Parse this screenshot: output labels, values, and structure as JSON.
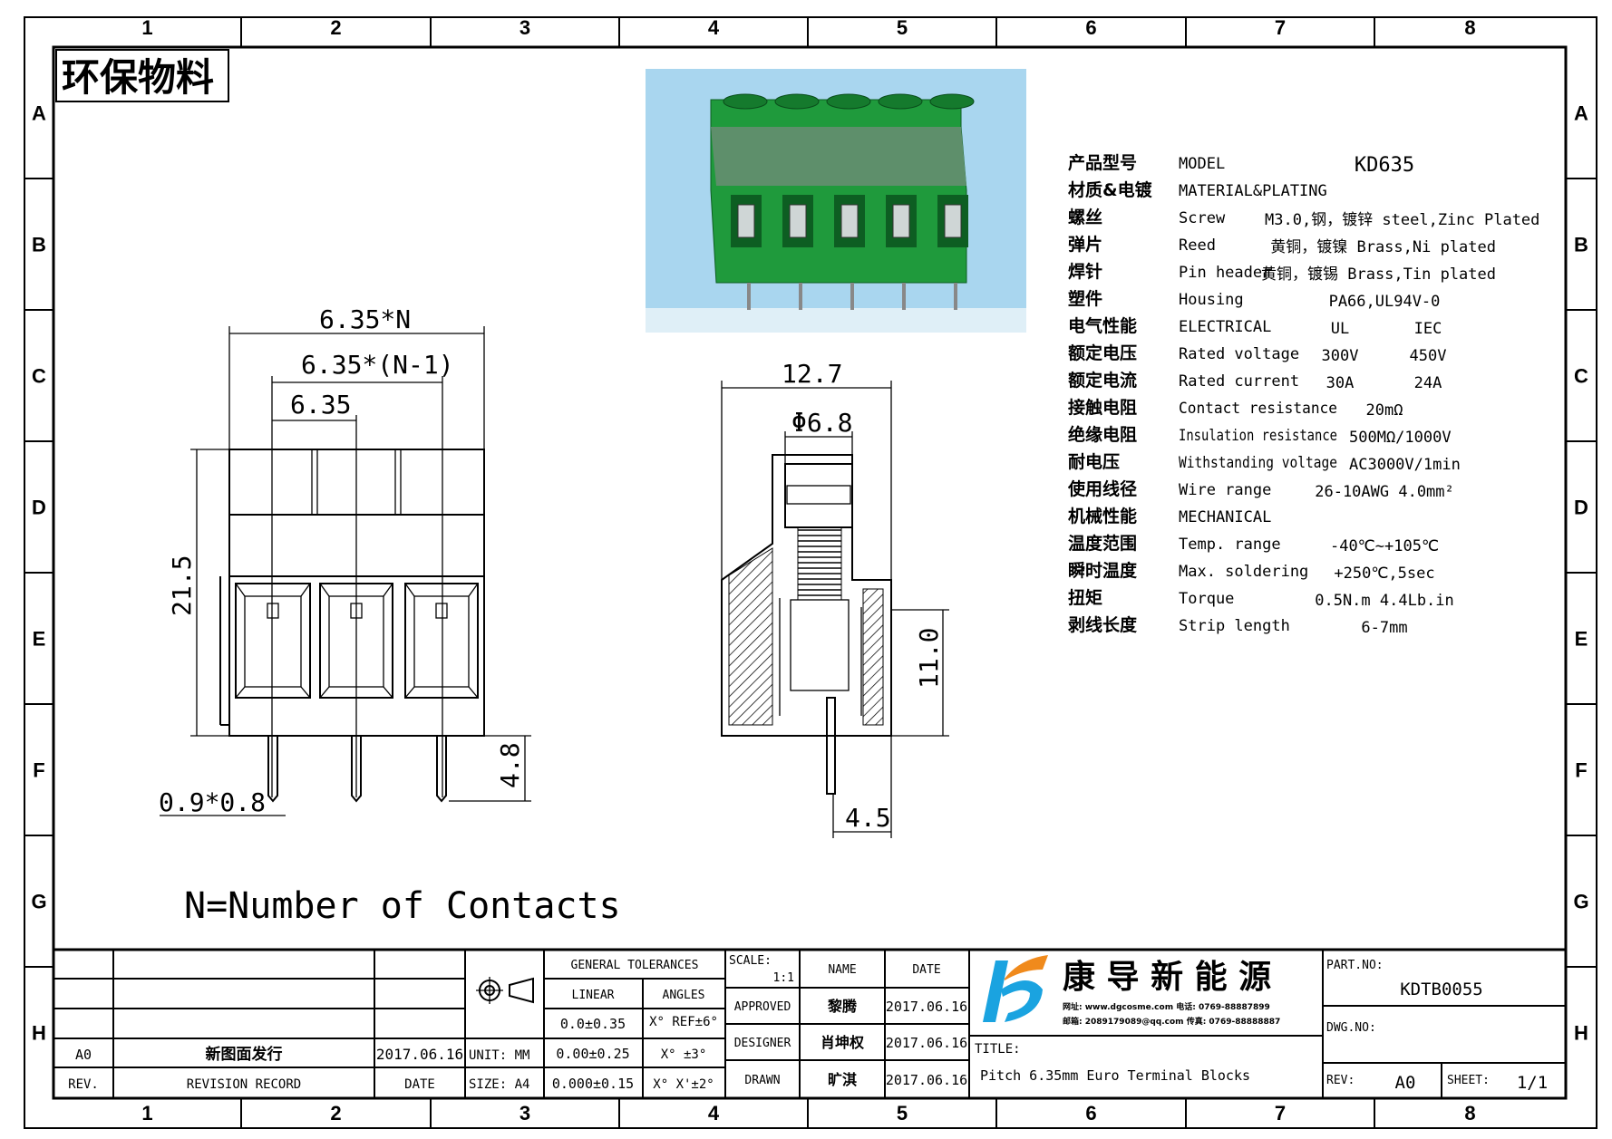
{
  "badge": "环保物料",
  "grid": {
    "columns": [
      "1",
      "2",
      "3",
      "4",
      "5",
      "6",
      "7",
      "8"
    ],
    "rows": [
      "A",
      "B",
      "C",
      "D",
      "E",
      "F",
      "G",
      "H"
    ]
  },
  "front_view": {
    "dim_total": "6.35*N",
    "dim_span": "6.35*(N-1)",
    "dim_pitch": "6.35",
    "dim_height": "21.5",
    "dim_pin_length": "4.8",
    "dim_pin_size": "0.9*0.8"
  },
  "side_view": {
    "dim_width": "12.7",
    "dim_screw": "Φ6.8",
    "dim_height": "11.0",
    "dim_pin_offset": "4.5"
  },
  "note": "N=Number of Contacts",
  "product_photo": {
    "body_color": "#1f9a3c",
    "bg_color": "#a9d6ef"
  },
  "specs": [
    {
      "cn": "产品型号",
      "en": "MODEL",
      "v1": "KD635",
      "v2": ""
    },
    {
      "cn": "材质&电镀",
      "en": "MATERIAL&PLATING",
      "v1": "",
      "v2": ""
    },
    {
      "cn": "螺丝",
      "en": "Screw",
      "v1": "M3.0,钢，镀锌 steel,Zinc Plated",
      "v2": ""
    },
    {
      "cn": "弹片",
      "en": "Reed",
      "v1": "黄铜，镀镍 Brass,Ni plated",
      "v2": ""
    },
    {
      "cn": "焊针",
      "en": "Pin header",
      "v1": "黄铜，镀锡 Brass,Tin plated",
      "v2": ""
    },
    {
      "cn": "塑件",
      "en": "Housing",
      "v1": "PA66,UL94V-0",
      "v2": ""
    },
    {
      "cn": "电气性能",
      "en": "ELECTRICAL",
      "v1": "UL",
      "v2": "IEC"
    },
    {
      "cn": "额定电压",
      "en": "Rated voltage",
      "v1": "300V",
      "v2": "450V"
    },
    {
      "cn": "额定电流",
      "en": "Rated current",
      "v1": "30A",
      "v2": "24A"
    },
    {
      "cn": "接触电阻",
      "en": "Contact resistance",
      "v1": "20mΩ",
      "v2": ""
    },
    {
      "cn": "绝缘电阻",
      "en": "Insulation resistance",
      "v1": "500MΩ/1000V",
      "v2": ""
    },
    {
      "cn": "耐电压",
      "en": "Withstanding voltage",
      "v1": "AC3000V/1min",
      "v2": ""
    },
    {
      "cn": "使用线径",
      "en": "Wire range",
      "v1": "26-10AWG 4.0mm²",
      "v2": ""
    },
    {
      "cn": "机械性能",
      "en": "MECHANICAL",
      "v1": "",
      "v2": ""
    },
    {
      "cn": "温度范围",
      "en": "Temp. range",
      "v1": "-40℃~+105℃",
      "v2": ""
    },
    {
      "cn": "瞬时温度",
      "en": "Max. soldering",
      "v1": "+250℃,5sec",
      "v2": ""
    },
    {
      "cn": "扭矩",
      "en": "Torque",
      "v1": "0.5N.m  4.4Lb.in",
      "v2": ""
    },
    {
      "cn": "剥线长度",
      "en": "Strip length",
      "v1": "6-7mm",
      "v2": ""
    }
  ],
  "title_block": {
    "revision": {
      "rev": "A0",
      "record": "新图面发行",
      "date": "2017.06.16",
      "h_rev": "REV.",
      "h_record": "REVISION RECORD",
      "h_date": "DATE"
    },
    "unit": "UNIT: MM",
    "size": "SIZE: A4",
    "general_tolerances": "GENERAL TOLERANCES",
    "linear": "LINEAR",
    "angles": "ANGLES",
    "tol_linear": [
      "0.0±0.35",
      "0.00±0.25",
      "0.000±0.15"
    ],
    "tol_angles": [
      "X° REF±6°",
      "X° ±3°",
      "X° X'±2°"
    ],
    "scale_label": "SCALE:",
    "scale": "1:1",
    "name_header": "NAME",
    "date_header": "DATE",
    "approved": {
      "label": "APPROVED",
      "name": "黎腾",
      "date": "2017.06.16"
    },
    "designer": {
      "label": "DESIGNER",
      "name": "肖坤权",
      "date": "2017.06.16"
    },
    "drawn": {
      "label": "DRAWN",
      "name": "旷淇",
      "date": "2017.06.16"
    },
    "company": "康 导 新 能 源",
    "company_contact_1": "网址: www.dgcosme.com  电话: 0769-88887899",
    "company_contact_2": "邮箱: 2089179089@qq.com 传真: 0769-88888887",
    "logo_colors": {
      "blue": "#1aa3e0",
      "orange": "#f08a1c"
    },
    "title_label": "TITLE:",
    "title": "Pitch 6.35mm Euro Terminal Blocks",
    "part_no_label": "PART.NO:",
    "part_no": "KDTB0055",
    "dwg_no_label": "DWG.NO:",
    "rev_label": "REV:",
    "rev": "A0",
    "sheet_label": "SHEET:",
    "sheet": "1/1"
  }
}
